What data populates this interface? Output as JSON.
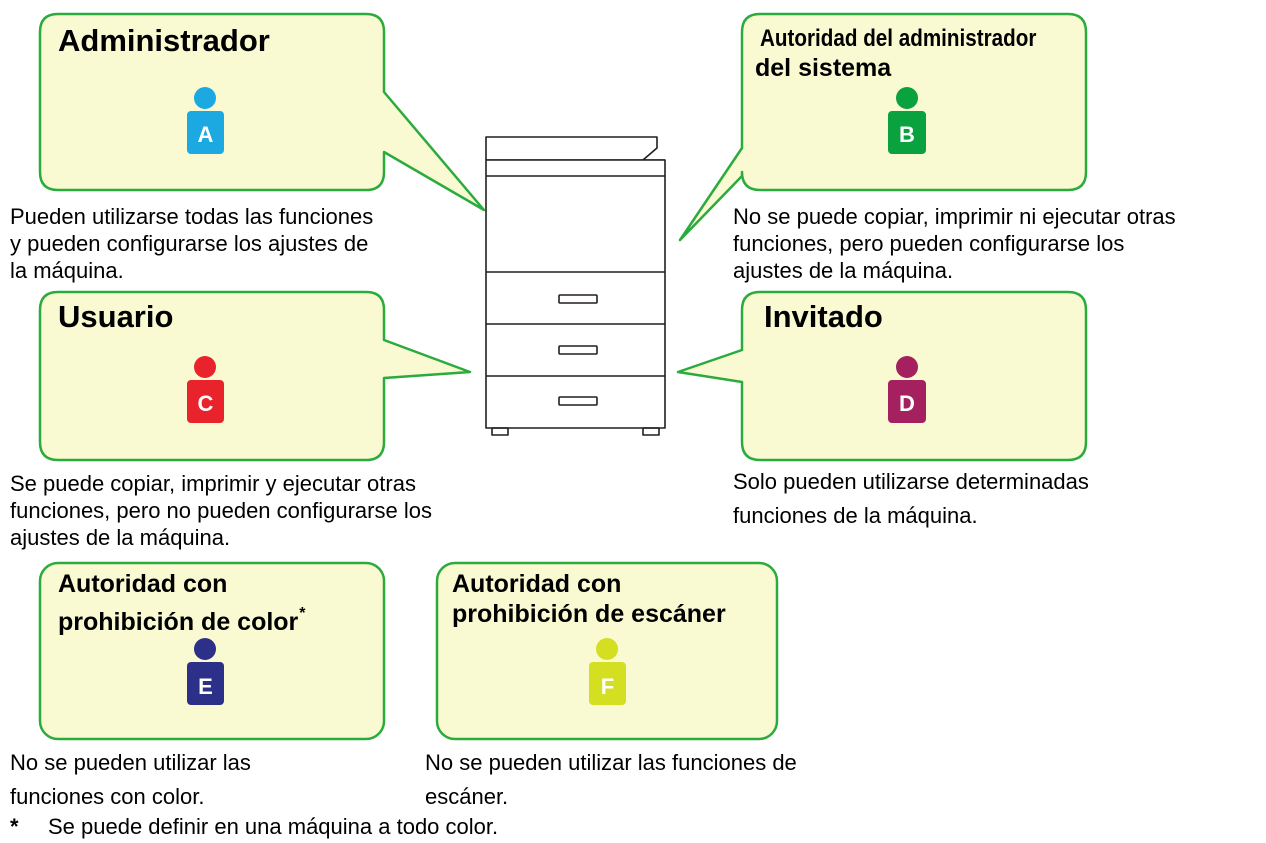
{
  "colors": {
    "bubble_fill": "#fafad2",
    "bubble_border": "#2bab3d",
    "user_a": "#1ca9e1",
    "user_b": "#0aa13f",
    "user_c": "#e8232b",
    "user_d": "#a4205f",
    "user_e": "#2d3089",
    "user_f": "#d5df21"
  },
  "roles": {
    "administrador": {
      "title": "Administrador",
      "badge": "A",
      "icon": "person-icon",
      "description": [
        "Pueden utilizarse todas las funciones",
        "y pueden configurarse los ajustes de",
        "la máquina."
      ]
    },
    "sistema": {
      "title_line1": "Autoridad del administrador",
      "title_line2": "del sistema",
      "badge": "B",
      "icon": "person-icon",
      "description": [
        "No se puede copiar, imprimir ni ejecutar otras",
        "funciones, pero pueden configurarse los",
        "ajustes de la máquina."
      ]
    },
    "usuario": {
      "title": "Usuario",
      "badge": "C",
      "icon": "person-icon",
      "description": [
        "Se puede copiar, imprimir y ejecutar otras",
        "funciones, pero no pueden configurarse los",
        "ajustes de la máquina."
      ]
    },
    "invitado": {
      "title": "Invitado",
      "badge": "D",
      "icon": "person-icon",
      "description": [
        "Solo pueden utilizarse determinadas",
        "funciones de la máquina."
      ]
    },
    "color": {
      "title_line1": "Autoridad con",
      "title_line2": "prohibición de color",
      "title_mark": "*",
      "badge": "E",
      "icon": "person-icon",
      "description": [
        "No se pueden utilizar las",
        "funciones con color."
      ]
    },
    "escaner": {
      "title_line1": "Autoridad con",
      "title_line2": "prohibición de escáner",
      "badge": "F",
      "icon": "person-icon",
      "description": [
        "No se pueden utilizar las funciones de",
        "escáner."
      ]
    }
  },
  "machine": {
    "icon": "printer-icon"
  },
  "footnote": {
    "mark": "*",
    "text": "Se puede definir en una máquina a todo color."
  }
}
